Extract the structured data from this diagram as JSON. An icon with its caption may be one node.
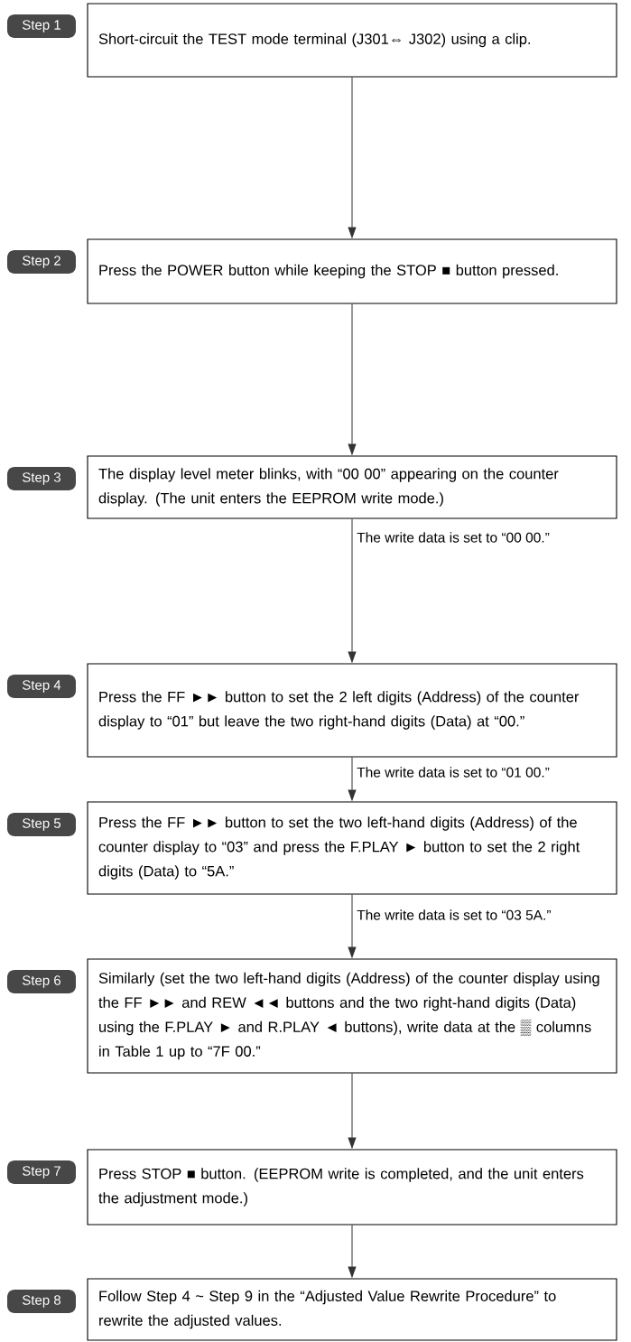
{
  "diagram": {
    "nodes": [
      {
        "text": [
          "Short-circuit the TEST mode terminal (J301⇔ J302) using a clip."
        ],
        "beside": [
          "Step 1"
        ]
      },
      {
        "text": [
          "Press the POWER button while keeping the STOP ■ button pressed."
        ],
        "beside": [
          "Step 2"
        ]
      },
      {
        "text": [
          "The display level meter blinks, with “00 00” appearing on the counter display. (The unit enters the EEPROM write mode.)"
        ],
        "beside": [
          "Step 3"
        ]
      },
      {
        "text": [
          "Press the FF ►► button to set the 2 left digits (Address) of the counter display to “01” but leave the two right-hand digits (Data) at “00.”"
        ],
        "beside": [
          "Step 4"
        ]
      },
      {
        "text": [
          "Press the FF ►► button to set the two left-hand digits (Address) of the counter display to “03” and press the F.PLAY ► button to set the 2 right digits (Data) to “5A.”"
        ],
        "beside": [
          "Step 5"
        ]
      },
      {
        "text": [
          "Similarly (set the two left-hand digits (Address) of the counter display using the FF ►► and REW ◄◄ buttons and the two right-hand digits (Data) using the F.PLAY ► and R.PLAY ◄ buttons), write data at the ▒ columns in Table 1 up to “7F 00.”"
        ],
        "beside": [
          "Step 6"
        ]
      },
      {
        "text": [
          "Press STOP ■ button. (EEPROM write is completed, and the unit enters the adjustment mode.)"
        ],
        "beside": [
          "Step 7"
        ]
      },
      {
        "text": [
          "Follow Step 4 ~ Step 9 in the “Adjusted Value Rewrite Procedure” to rewrite the adjusted values."
        ],
        "beside": [
          "Step 8"
        ]
      }
    ],
    "edges": [
      {
        "from": 0,
        "to": 1,
        "arrow": "to"
      },
      {
        "from": 1,
        "to": 2,
        "arrow": "to"
      },
      {
        "from": 2,
        "to": 3,
        "arrow": "to",
        "label": "The write data is set to “00 00.”"
      },
      {
        "from": 3,
        "to": 4,
        "arrow": "to",
        "label": "The write data is set to “01 00.”"
      },
      {
        "from": 4,
        "to": 5,
        "arrow": "to",
        "label": "The write data is set to “03 5A.”"
      },
      {
        "from": 5,
        "to": 6,
        "arrow": "to"
      },
      {
        "from": 6,
        "to": 7,
        "arrow": "to"
      }
    ]
  }
}
